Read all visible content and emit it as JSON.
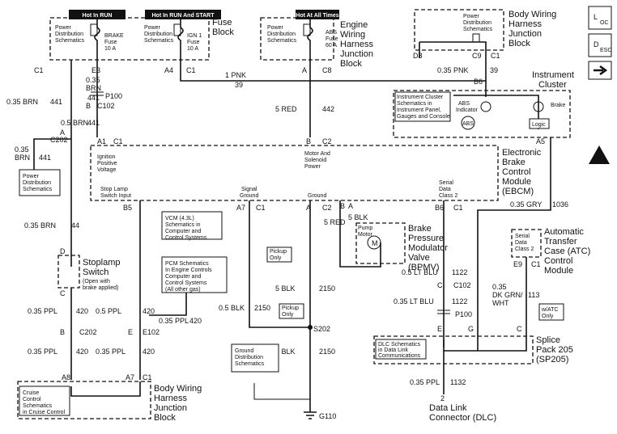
{
  "labels": {
    "hot_run": "Hot In RUN",
    "hot_run_start": "Hot In RUN And START",
    "hot_all_times": "Hot At All Times",
    "pds": "Power Distribution Schematics",
    "brake_fuse": "BRAKE Fuse 10 A",
    "ign1_fuse": "IGN 1 Fuse 10 A",
    "abs_fuse": "ABS Fuse 60 A",
    "fuse_block": "Fuse Block",
    "ewh_jb": "Engine Wiring Harness Junction Block",
    "bwh_jb_top": "Body Wiring Harness Junction Block",
    "inst_cluster": "Instrument Cluster",
    "ic_schem": "Instrument Cluster Schematics in Instrument Panel, Gauges and Console",
    "abs_indicator": "ABS Indicator",
    "abs": "ABS",
    "brake": "Brake",
    "logic": "Logic",
    "ebcm": "Electronic Brake Control Module (EBCM)",
    "ign_pos_volt": "Ignition Positive Voltage",
    "motor_solenoid": "Motor And Solenoid Power",
    "stop_lamp_input": "Stop Lamp Switch Input",
    "signal_ground": "Signal Ground",
    "ground": "Ground",
    "serial_data": "Serial Data Class 2",
    "pump_motor": "Pump Motor",
    "bpmv": "Brake Pressure Modulator Valve (BPMV)",
    "vcm": "VCM (4.3L) Schematics in Computer and Control Systems",
    "pcm": "PCM Schematics in Engine Controls Computer and Control Systems (All other gas)",
    "pickup_only": "Pickup Only",
    "ground_dist": "Ground Distribution Schematics",
    "stoplamp_switch": "Stoplamp Switch",
    "stoplamp_note": "(Open with brake applied)",
    "atc": "Automatic Transfer Case (ATC) Control Module",
    "atc_serial": "Serial Data Class 2",
    "watc_only": "w/ATC Only",
    "dlc_schem": "DLC Schematics in Data Link Communications",
    "splice_pack": "Splice Pack 205 (SP205)",
    "dlc": "Data Link Connector (DLC)",
    "cruise": "Cruise Control Schematics in Cruise Control",
    "bwh_jb_bottom": "Body Wiring Harness Junction Block",
    "s202": "S202",
    "g110": "G110",
    "p100": "P100",
    "c102": "C102",
    "c202": "C202",
    "e102": "E102",
    "loc": "LOC",
    "desc": "DESC"
  },
  "wires": {
    "w_035_brn": "0.35 BRN",
    "w_441": "441",
    "w_05_brn": "0.5 BRN",
    "w_1_pnk": "1 PNK",
    "w_39": "39",
    "w_035_pnk": "0.35 PNK",
    "w_5_red": "5 RED",
    "w_442": "442",
    "w_035_gry": "0.35 GRY",
    "w_1036": "1036",
    "w_44": "44",
    "w_035_ppl": "0.35 PPL",
    "w_05_ppl": "0.5 PPL",
    "w_420": "420",
    "w_05_blk": "0.5 BLK",
    "w_2150": "2150",
    "w_5_blk": "5 BLK",
    "w_05_lt_blu": "0.5 LT BLU",
    "w_035_lt_blu": "0.35 LT BLU",
    "w_1122": "1122",
    "w_035_dk_grn_wht": "0.35 DK GRN/ WHT",
    "w_113": "113",
    "w_1132": "1132"
  },
  "pins": {
    "C1": "C1",
    "C2": "C2",
    "C8": "C8",
    "C9": "C9",
    "A": "A",
    "B": "B",
    "C": "C",
    "D": "D",
    "E": "E",
    "G": "G",
    "A1": "A1",
    "A4": "A4",
    "A5": "A5",
    "A7": "A7",
    "A8": "A8",
    "B5": "B5",
    "B6": "B6",
    "D8": "D8",
    "E3": "E3",
    "E9": "E9",
    "2": "2"
  }
}
